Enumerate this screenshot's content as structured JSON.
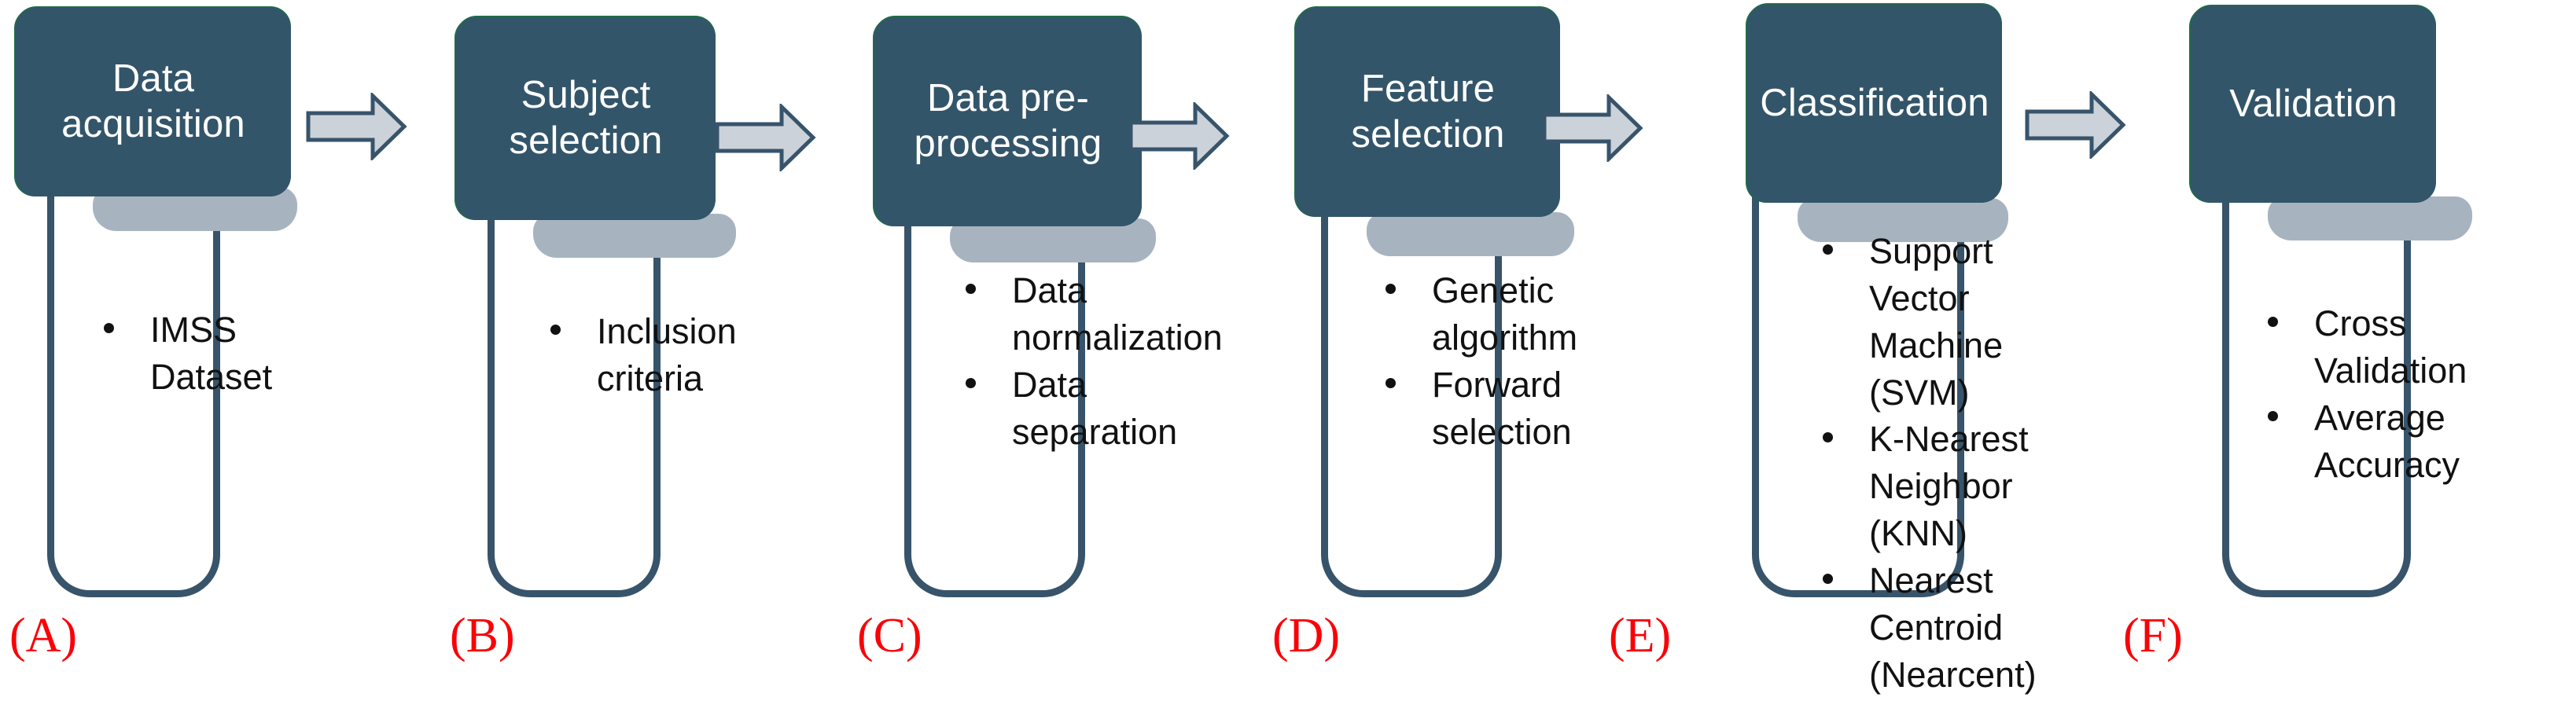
{
  "diagram": {
    "title": "Methodology pipeline flowchart",
    "colors": {
      "header_fill": "#33556a",
      "header_edge": "#1f6b4a",
      "card_border": "#37546b",
      "card_fill": "#ffffff",
      "shadow_fill": "#a7b4c0",
      "arrow_fill": "#ccd2d9",
      "arrow_stroke": "#37546b",
      "tag_color": "#fb0007",
      "bullet_color": "#111111"
    },
    "steps": [
      {
        "tag": "(A)",
        "header": "Data\nacquisition",
        "items": [
          "IMSS Dataset"
        ]
      },
      {
        "tag": "(B)",
        "header": "Subject\nselection",
        "items": [
          "Inclusion criteria"
        ]
      },
      {
        "tag": "(C)",
        "header": "Data pre-\nprocessing",
        "items": [
          "Data normalization",
          "Data separation"
        ]
      },
      {
        "tag": "(D)",
        "header": "Feature\nselection",
        "items": [
          "Genetic algorithm",
          "Forward selection"
        ]
      },
      {
        "tag": "(E)",
        "header": "Classification",
        "items": [
          "Support Vector Machine (SVM)",
          "K-Nearest Neighbor (KNN)",
          "Nearest Centroid (Nearcent)"
        ]
      },
      {
        "tag": "(F)",
        "header": "Validation",
        "items": [
          "Cross Validation",
          "Average Accuracy"
        ]
      }
    ],
    "connectors": [
      {
        "name": "arrow-a-to-b"
      },
      {
        "name": "arrow-b-to-c"
      },
      {
        "name": "arrow-c-to-d"
      },
      {
        "name": "arrow-d-to-e"
      },
      {
        "name": "arrow-e-to-f"
      }
    ]
  }
}
